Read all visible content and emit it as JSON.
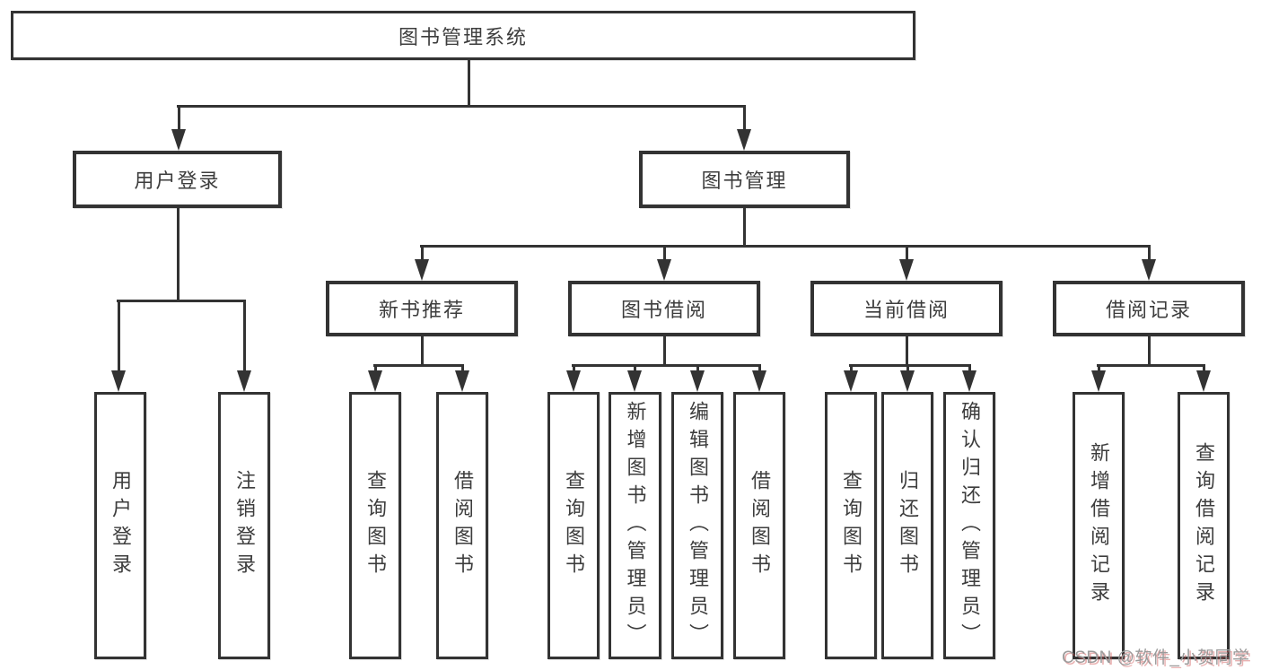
{
  "diagram": {
    "root": {
      "label": "图书管理系统"
    },
    "level2": {
      "user_login": {
        "label": "用户登录"
      },
      "book_mgmt": {
        "label": "图书管理"
      }
    },
    "level3": {
      "new_books": {
        "label": "新书推荐"
      },
      "book_borrow": {
        "label": "图书借阅"
      },
      "current_borrow": {
        "label": "当前借阅"
      },
      "borrow_records": {
        "label": "借阅记录"
      }
    },
    "leaves": {
      "ul_login": {
        "label": "用户登录"
      },
      "ul_logout": {
        "label": "注销登录"
      },
      "nb_query": {
        "label": "查询图书"
      },
      "nb_borrow": {
        "label": "借阅图书"
      },
      "bb_query": {
        "label": "查询图书"
      },
      "bb_add": {
        "label": "新增图书（管理员）"
      },
      "bb_edit": {
        "label": "编辑图书（管理员）"
      },
      "bb_borrow": {
        "label": "借阅图书"
      },
      "cb_query": {
        "label": "查询图书"
      },
      "cb_return": {
        "label": "归还图书"
      },
      "cb_confirm": {
        "label": "确认归还（管理员）"
      },
      "br_add": {
        "label": "新增借阅记录"
      },
      "br_query": {
        "label": "查询借阅记录"
      }
    }
  },
  "watermark": {
    "text": "CSDN @软件_小贺同学"
  },
  "colors": {
    "line": "#333333",
    "text": "#3d3d3d",
    "background": "#ffffff",
    "watermark_gray": "#9b9b9b",
    "watermark_red": "#cf5454"
  }
}
